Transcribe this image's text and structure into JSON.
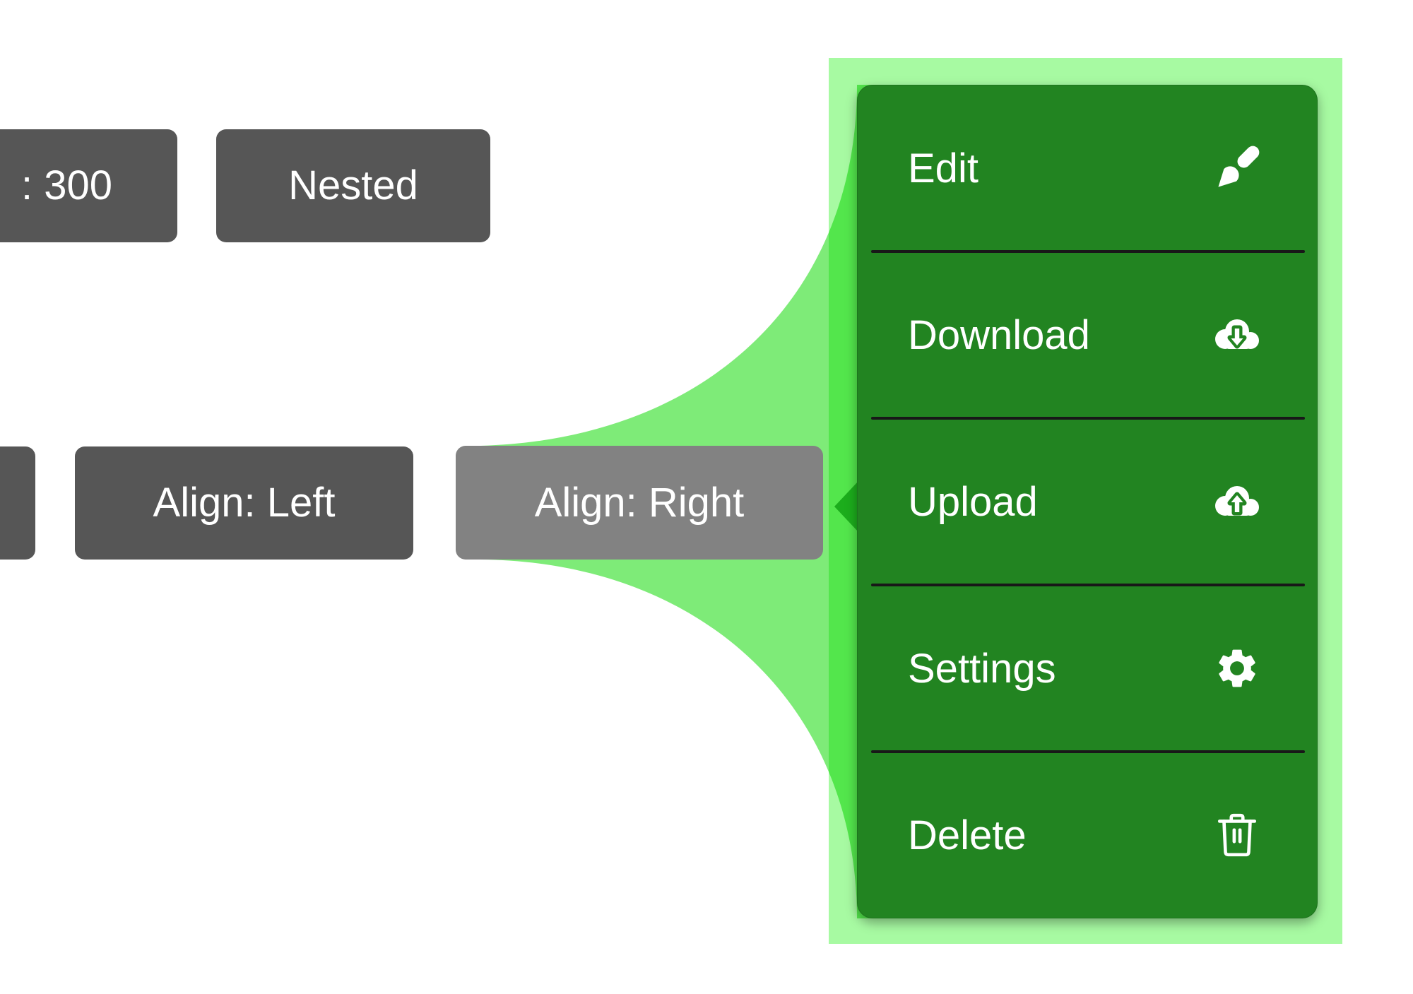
{
  "buttons": {
    "offset_label": ": 300",
    "nested_label": "Nested",
    "align_left_label": "Align: Left",
    "align_right_label": "Align: Right"
  },
  "menu": {
    "items": [
      {
        "label": "Edit",
        "icon": "pen-icon"
      },
      {
        "label": "Download",
        "icon": "cloud-download-icon"
      },
      {
        "label": "Upload",
        "icon": "cloud-upload-icon"
      },
      {
        "label": "Settings",
        "icon": "gear-icon"
      },
      {
        "label": "Delete",
        "icon": "trash-icon"
      }
    ]
  },
  "colors": {
    "button_bg": "#565656",
    "button_hover_bg": "#828282",
    "menu_panel": "#228421",
    "safe_area_light": "#7EEB78",
    "boundary_fill": "#A7FAA2",
    "arrow": "#1CAD1C",
    "divider": "#181818",
    "text": "#ffffff"
  }
}
